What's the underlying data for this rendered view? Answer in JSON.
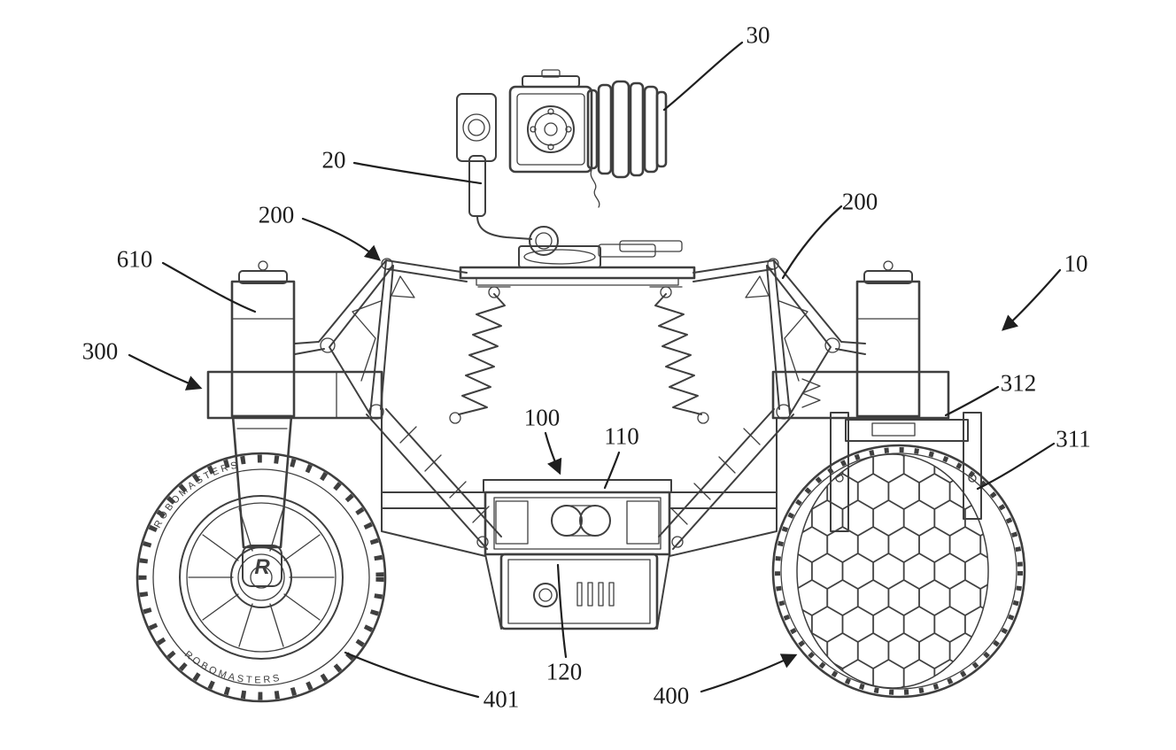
{
  "figure": {
    "type": "patent-line-drawing",
    "subject": "wheeled robot chassis with camera gimbal, front view",
    "background_color": "#ffffff",
    "line_color": "#3f3f3f",
    "labels": [
      {
        "ref": "30",
        "points_to": "camera-lens-assembly"
      },
      {
        "ref": "20",
        "points_to": "gimbal-arm"
      },
      {
        "ref": "200",
        "points_to": "left-suspension-arm"
      },
      {
        "ref": "200",
        "points_to": "right-suspension-arm"
      },
      {
        "ref": "610",
        "points_to": "left-motor-tower"
      },
      {
        "ref": "10",
        "points_to": "whole-vehicle"
      },
      {
        "ref": "300",
        "points_to": "left-axle-housing"
      },
      {
        "ref": "312",
        "points_to": "right-fork-top"
      },
      {
        "ref": "311",
        "points_to": "right-fork-side"
      },
      {
        "ref": "100",
        "points_to": "center-body"
      },
      {
        "ref": "110",
        "points_to": "body-cylinders"
      },
      {
        "ref": "120",
        "points_to": "lower-panel"
      },
      {
        "ref": "401",
        "points_to": "left-wheel-tire"
      },
      {
        "ref": "400",
        "points_to": "right-wheel"
      }
    ],
    "wheel_brand": "ROBOMASTERS",
    "wheel_brand_bottom": "ROBOMASTERS",
    "hub_logo": "R"
  }
}
